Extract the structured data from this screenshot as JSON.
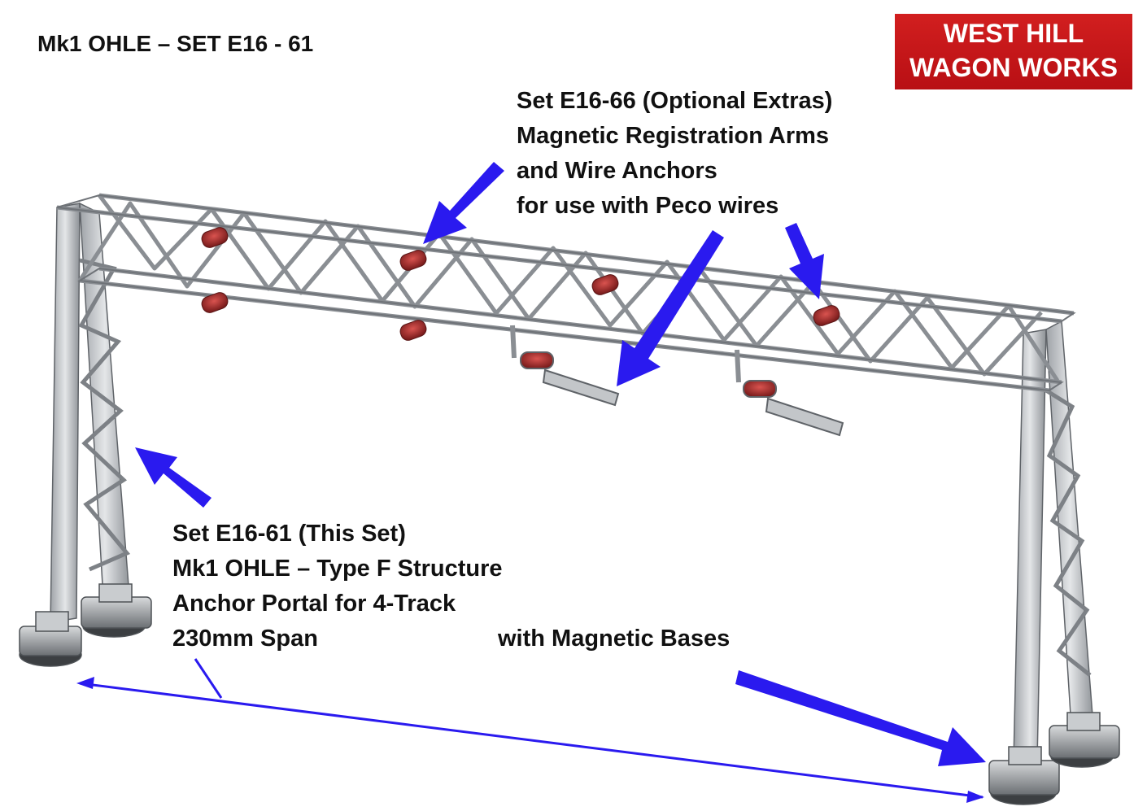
{
  "title": "Mk1 OHLE – SET E16 - 61",
  "logo": {
    "line1": "WEST HILL",
    "line2": "WAGON WORKS",
    "color": "#c8161b"
  },
  "callout_extras": {
    "lines": [
      "Set E16-66 (Optional Extras)",
      "Magnetic Registration Arms",
      "and Wire Anchors",
      "for use with Peco wires"
    ]
  },
  "callout_set": {
    "lines": [
      "Set E16-61 (This Set)",
      "Mk1 OHLE – Type F Structure",
      "Anchor Portal for 4-Track",
      "230mm Span"
    ]
  },
  "callout_bases": "with Magnetic Bases",
  "colors": {
    "arrow": "#2a1aef",
    "steel": "#b9bcc0",
    "steel_dark": "#6f7378",
    "insulator": "#a52a2a"
  }
}
